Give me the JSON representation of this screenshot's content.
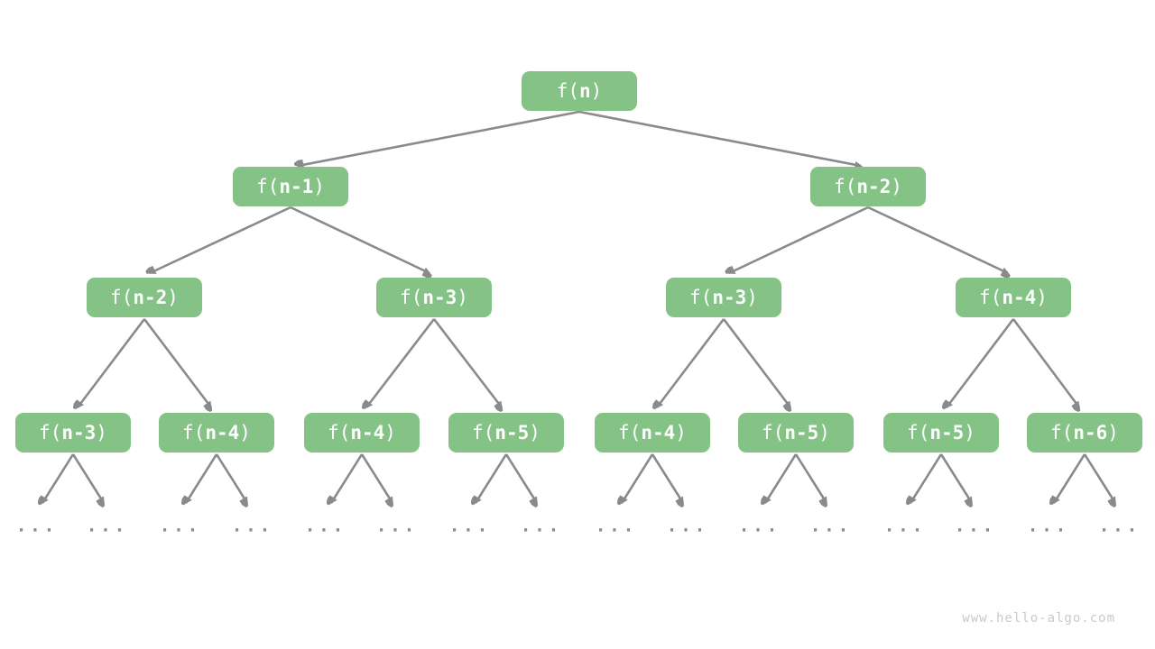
{
  "nodes": {
    "root": {
      "pre": "f(",
      "arg": "n",
      "post": ")"
    },
    "l1": [
      {
        "pre": "f(",
        "arg": "n-1",
        "post": ")"
      },
      {
        "pre": "f(",
        "arg": "n-2",
        "post": ")"
      }
    ],
    "l2": [
      {
        "pre": "f(",
        "arg": "n-2",
        "post": ")"
      },
      {
        "pre": "f(",
        "arg": "n-3",
        "post": ")"
      },
      {
        "pre": "f(",
        "arg": "n-3",
        "post": ")"
      },
      {
        "pre": "f(",
        "arg": "n-4",
        "post": ")"
      }
    ],
    "l3": [
      {
        "pre": "f(",
        "arg": "n-3",
        "post": ")"
      },
      {
        "pre": "f(",
        "arg": "n-4",
        "post": ")"
      },
      {
        "pre": "f(",
        "arg": "n-4",
        "post": ")"
      },
      {
        "pre": "f(",
        "arg": "n-5",
        "post": ")"
      },
      {
        "pre": "f(",
        "arg": "n-4",
        "post": ")"
      },
      {
        "pre": "f(",
        "arg": "n-5",
        "post": ")"
      },
      {
        "pre": "f(",
        "arg": "n-5",
        "post": ")"
      },
      {
        "pre": "f(",
        "arg": "n-6",
        "post": ")"
      }
    ],
    "ellipsis": "..."
  },
  "colors": {
    "node_fill": "#85c285",
    "node_text": "#ffffff",
    "edge": "#8a8a8a",
    "ellipsis": "#8a8a8a",
    "watermark": "#c9c9c9",
    "background": "#ffffff"
  },
  "watermark": "www.hello-algo.com"
}
